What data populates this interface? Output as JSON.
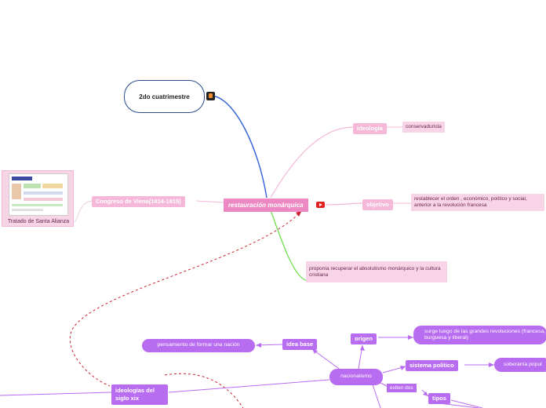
{
  "nodes": {
    "second_term": "2do cuatrimestre",
    "root": "restauración monárquica",
    "ideologia": "ideología",
    "conservadurista": "conservadurista",
    "objetivo": "objetivo",
    "objetivo_text": "restablecer el orden , económico, político y social, anterior a la revolución francesa",
    "proponia": "proponía recuperar el absolutismo monárquico y la cultura cristiana",
    "congreso": "Congreso de Viena(1814-1815)",
    "tratado": "Tratado de Santa Alianza",
    "ideologias_siglo": "ideologías del siglo xix",
    "nacionalismo": "nacionalismo",
    "idea_base": "idea base",
    "pensamiento": "pensamiento de formar una nación",
    "origen": "origen",
    "surge": "surge luego de las grandes revoluciones (francesa, burguesa y liberal)",
    "sistema_politico": "sistema político",
    "soberania": "soberanía popul",
    "existen_dos": "exiten dos",
    "tipos": "tipos"
  },
  "colors": {
    "pink": "#f5b8d9",
    "root": "#ee88c2",
    "purple": "#b86cf0",
    "blue": "#2f5fd8",
    "green": "#66dd44",
    "dashed_red": "#cc2233"
  },
  "icons": {
    "second_term": "book-icon",
    "root": "youtube-play-icon"
  }
}
